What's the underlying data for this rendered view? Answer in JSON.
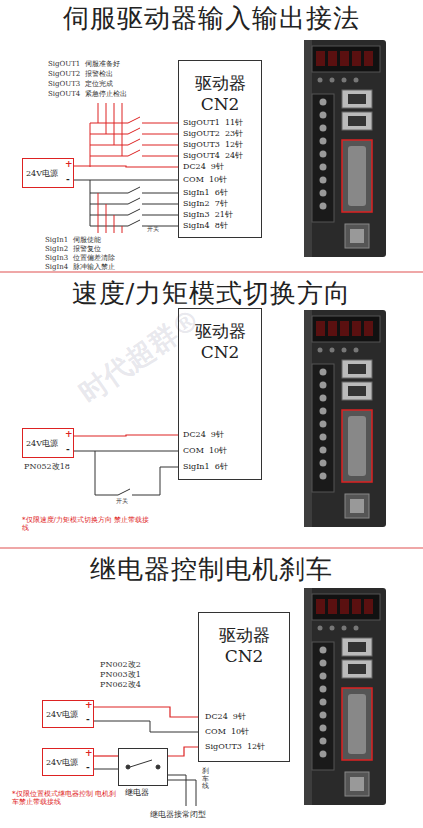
{
  "diagram": {
    "nodes": [
      {
        "text": [
          "24V电源"
        ]
      },
      {
        "text": [
          "驱动器 CN2"
        ]
      },
      {
        "text": [
          "24V电源"
        ]
      },
      {
        "text": [
          "驱动器 CN2"
        ]
      },
      {
        "text": [
          "24V电源"
        ]
      },
      {
        "text": [
          "24V电源"
        ]
      },
      {
        "text": [
          "继电器"
        ]
      },
      {
        "text": [
          "驱动器 CN2"
        ]
      }
    ],
    "edges": [
      {
        "from": 0,
        "to": 1,
        "arrow": "none"
      },
      {
        "from": 2,
        "to": 3,
        "arrow": "none"
      },
      {
        "from": 4,
        "to": 7,
        "arrow": "none"
      },
      {
        "from": 5,
        "to": 6,
        "arrow": "none"
      },
      {
        "from": 6,
        "to": 7,
        "arrow": "none"
      }
    ],
    "labels": [
      "伺服驱动器输入输出接法",
      "SigOUT1  伺服准备好",
      "SigOUT2  报警检出",
      "SigOUT3  定位完成",
      "SigOUT4  紧急停止检出",
      "SigOUT1  11针",
      "SigOUT2  23针",
      "SigOUT3  12针",
      "SigOUT4  24针",
      "DC24  9针",
      "COM  10针",
      "SigIn1  6针",
      "SigIn2  7针",
      "SigIn3  21针",
      "SigIn4  8针",
      "+",
      "-",
      "开关",
      "SigIn1  伺服使能",
      "SigIn2  报警复位",
      "SigIn3  位置偏差清除",
      "SigIn4  脉冲输入禁止",
      "速度/力矩模式切换方向",
      "时代超群®",
      "+",
      "-",
      "PN052改18",
      "DC24  9针",
      "COM  10针",
      "SigIn1  6针",
      "开关",
      "*仅限速度/力矩模式切换方向 禁止带载接线",
      "继电器控制电机刹车",
      "PN002改2",
      "PN003改1",
      "PN062改4",
      "+",
      "-",
      "+",
      "-",
      "DC24  9针",
      "COM  10针",
      "SigOUT3  12针",
      "刹车线",
      "继电器接常闭型",
      "*仅限位置模式继电器控制 电机刹车禁止带载接线"
    ]
  }
}
